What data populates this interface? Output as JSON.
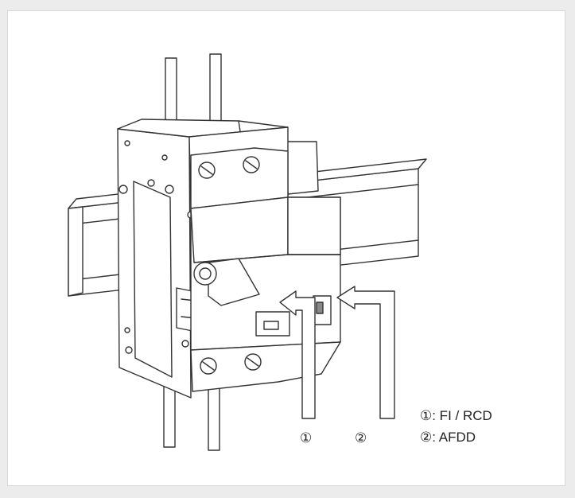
{
  "callouts": {
    "one": "①",
    "two": "②"
  },
  "legend": {
    "item1": "①: FI / RCD",
    "item2": "②: AFDD"
  }
}
